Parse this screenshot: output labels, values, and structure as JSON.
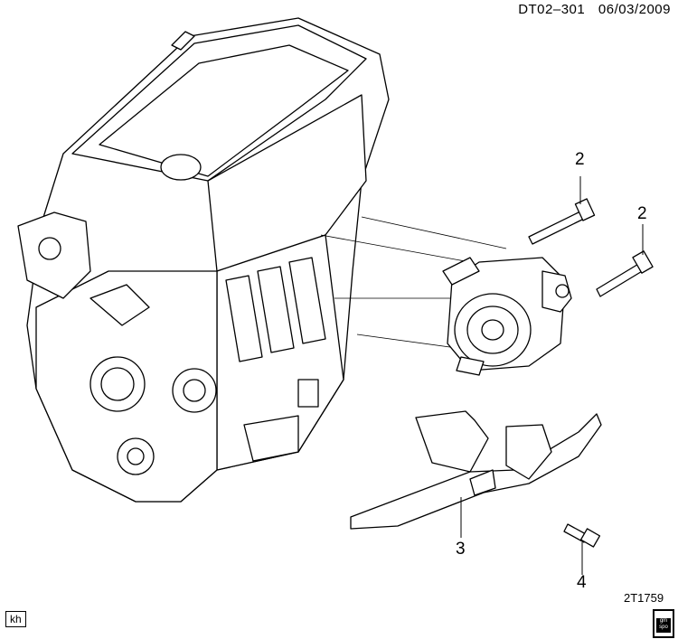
{
  "header": {
    "doc_id": "DT02–301",
    "date": "06/03/2009"
  },
  "callouts": [
    "2",
    "2",
    "3",
    "4"
  ],
  "figure_id": "2T1759",
  "corner_tag": "kh",
  "logo_text": "gm spo"
}
